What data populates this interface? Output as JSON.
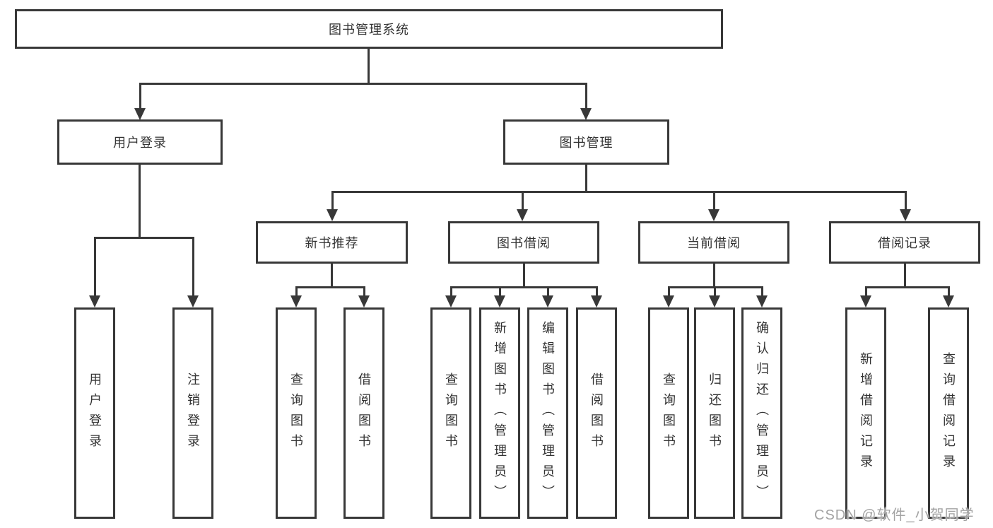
{
  "diagram": {
    "root": {
      "label": "图书管理系统"
    },
    "branches": [
      {
        "label": "用户登录",
        "children": [
          {
            "label": "用户登录"
          },
          {
            "label": "注销登录"
          }
        ]
      },
      {
        "label": "图书管理",
        "children": [
          {
            "label": "新书推荐",
            "children": [
              {
                "label": "查询图书"
              },
              {
                "label": "借阅图书"
              }
            ]
          },
          {
            "label": "图书借阅",
            "children": [
              {
                "label": "查询图书"
              },
              {
                "label": "新增图书（管理员）"
              },
              {
                "label": "编辑图书（管理员）"
              },
              {
                "label": "借阅图书"
              }
            ]
          },
          {
            "label": "当前借阅",
            "children": [
              {
                "label": "查询图书"
              },
              {
                "label": "归还图书"
              },
              {
                "label": "确认归还（管理员）"
              }
            ]
          },
          {
            "label": "借阅记录",
            "children": [
              {
                "label": "新增借阅记录"
              },
              {
                "label": "查询借阅记录"
              }
            ]
          }
        ]
      }
    ]
  },
  "watermark": {
    "text": "CSDN @软件_小贺同学"
  },
  "colors": {
    "line": "#383838",
    "text": "#333333",
    "watermark": "#a3a3a3",
    "background": "#ffffff"
  }
}
